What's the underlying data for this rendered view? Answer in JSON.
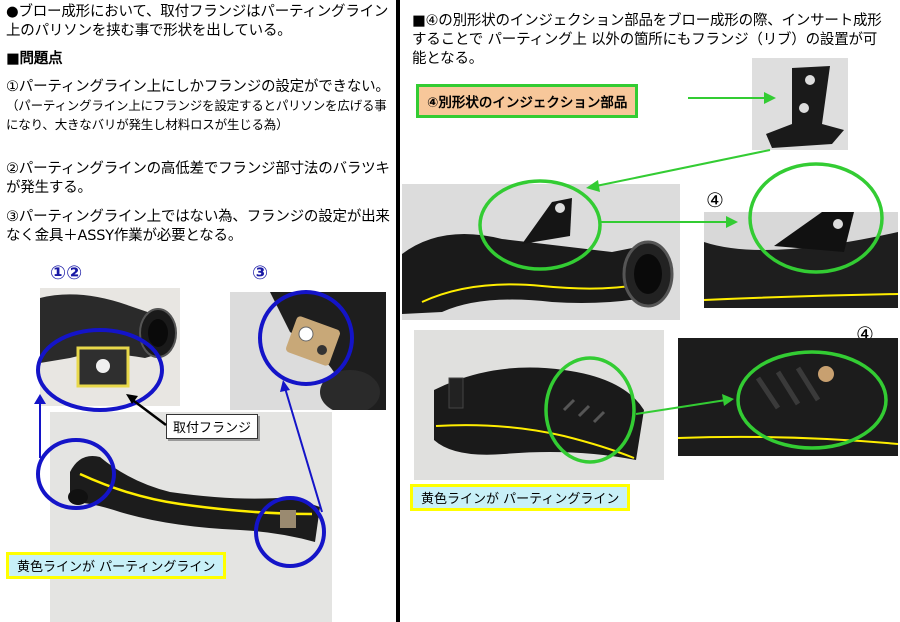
{
  "left": {
    "para1": "●ブロー成形において、取付フランジはパーティングライン上のパリソンを挟む事で形状を出している。",
    "problems_heading": "■問題点",
    "problem1_main": "①パーティングライン上にしかフランジの設定ができない。",
    "problem1_note": "（パーティングライン上にフランジを設定するとパリソンを広げる事になり、大きなバリが発生し材料ロスが生じる為）",
    "problem2": "②パーティングラインの高低差でフランジ部寸法のバラツキが発生する。",
    "problem3": "③パーティングライン上ではない為、フランジの設定が出来なく金具＋ASSY作業が必要となる。",
    "label_12": "①②",
    "label_3": "③",
    "callout_flange": "取付フランジ",
    "caption_parting": "黄色ラインが パーティングライン"
  },
  "right": {
    "para1": "■④の別形状のインジェクション部品をブロー成形の際、インサート成形することで パーティング上 以外の箇所にもフランジ（リブ）の設置が可能となる。",
    "caption_injection": "④別形状のインジェクション部品",
    "label_4a": "④",
    "label_4b": "④",
    "caption_parting": "黄色ラインが パーティングライン"
  },
  "colors": {
    "blue_circle": "#1414c8",
    "green_circle": "#33cc33",
    "parting_line": "#ffee00"
  }
}
